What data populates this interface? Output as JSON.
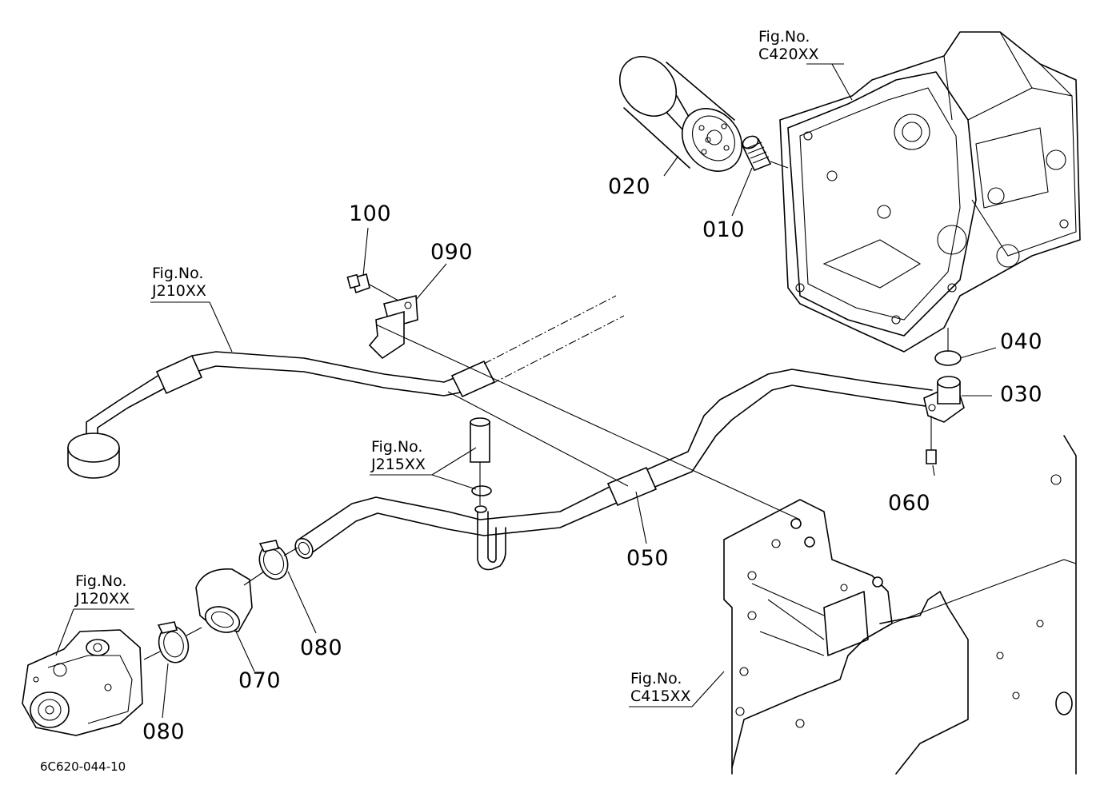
{
  "drawing_code": "6C620-044-10",
  "figure_refs": [
    {
      "fig": "Fig.No.",
      "code": "C420XX"
    },
    {
      "fig": "Fig.No.",
      "code": "J210XX"
    },
    {
      "fig": "Fig.No.",
      "code": "J215XX"
    },
    {
      "fig": "Fig.No.",
      "code": "J120XX"
    },
    {
      "fig": "Fig.No.",
      "code": "C415XX"
    }
  ],
  "callouts": [
    "020",
    "010",
    "100",
    "090",
    "040",
    "030",
    "060",
    "050",
    "080",
    "070",
    "080"
  ]
}
